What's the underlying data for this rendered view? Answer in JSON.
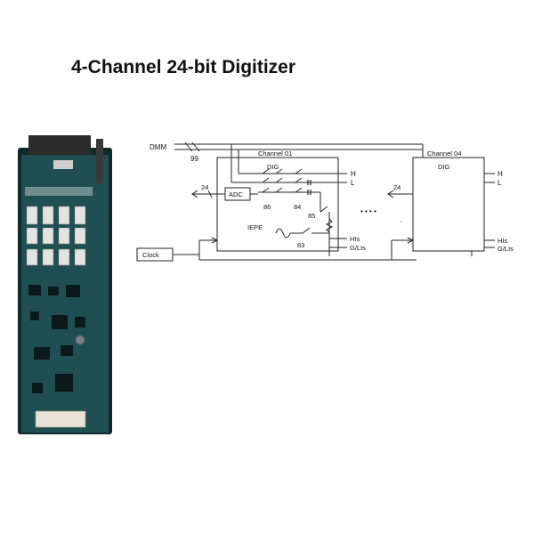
{
  "title": "4-Channel 24-bit Digitizer",
  "colors": {
    "pcb": "#1f4f52",
    "pcb_dark": "#0f2a2c",
    "connector": "#e8e3d6",
    "line": "#222222"
  },
  "schematic": {
    "dmm": "DMM",
    "label_99": "99",
    "channel01": "Channel 01",
    "channel04": "Channel 04",
    "dig": "DIG",
    "dig2": "DIG",
    "h": "H",
    "l": "L",
    "h2": "H",
    "l2": "L",
    "bits": "24",
    "bits2": "24",
    "adc": "ADC",
    "label_86": "86",
    "label_84": "84",
    "label_85": "85",
    "label_83": "83",
    "iepe": "IEPE",
    "his": "HIs",
    "gls": "G/LIs",
    "his2": "HIs",
    "gls2": "G/LIs",
    "clock": "Clock",
    "dots": "• • • •"
  }
}
